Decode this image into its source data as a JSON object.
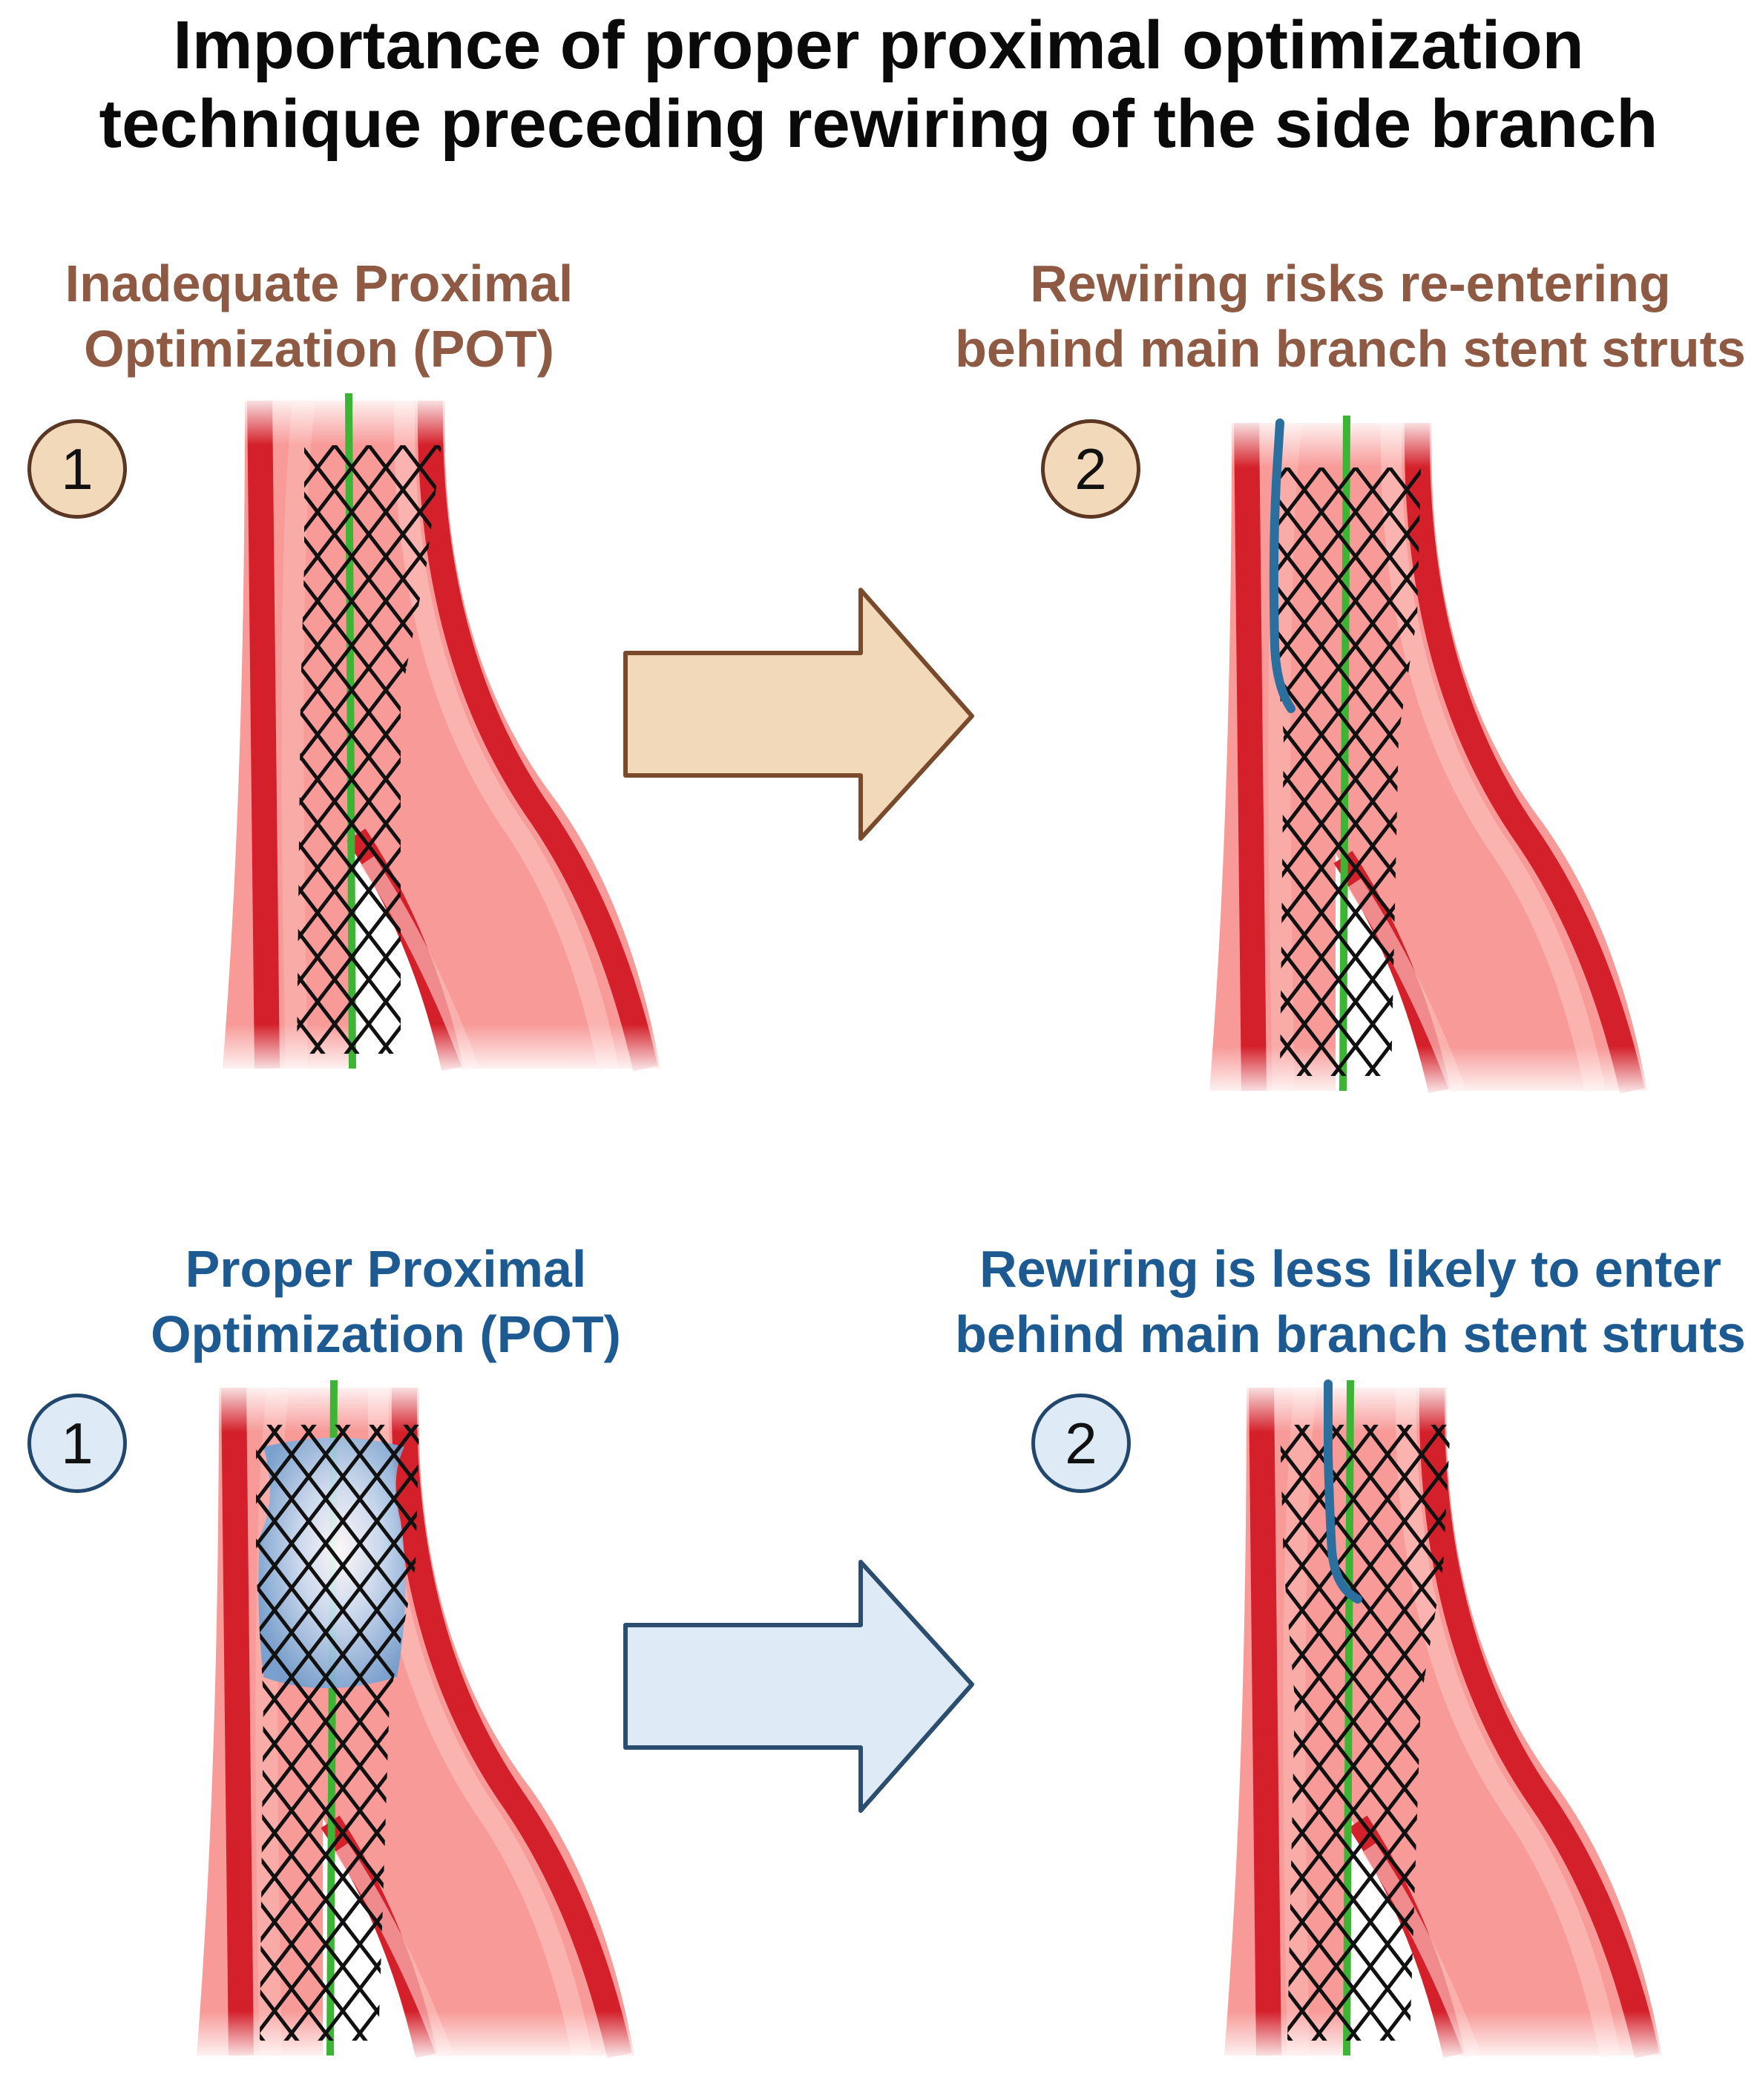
{
  "title": {
    "line1": "Importance of proper proximal optimization",
    "line2": "technique preceding rewiring of the side branch"
  },
  "top_row": {
    "left_caption": {
      "line1": "Inadequate Proximal",
      "line2": "Optimization (POT)"
    },
    "right_caption": {
      "line1": "Rewiring risks re-entering",
      "line2": "behind main branch stent struts"
    },
    "step1": "1",
    "step2": "2"
  },
  "bottom_row": {
    "left_caption": {
      "line1": "Proper Proximal",
      "line2": "Optimization (POT)"
    },
    "right_caption": {
      "line1": "Rewiring is less likely to enter",
      "line2": "behind main branch stent struts"
    },
    "step1": "1",
    "step2": "2"
  },
  "colors": {
    "brown_text": "#8f5a43",
    "blue_text": "#1d5a92",
    "arrow_brown_fill": "#f1d9ba",
    "arrow_brown_stroke": "#7a4a2c",
    "arrow_blue_fill": "#deebf7",
    "arrow_blue_stroke": "#2a4d70",
    "vessel_dark": "#d4202a",
    "vessel_light": "#f79a98",
    "guidewire_green": "#3db534",
    "rewire_blue": "#2a6f9e",
    "stent_black": "#111111"
  }
}
